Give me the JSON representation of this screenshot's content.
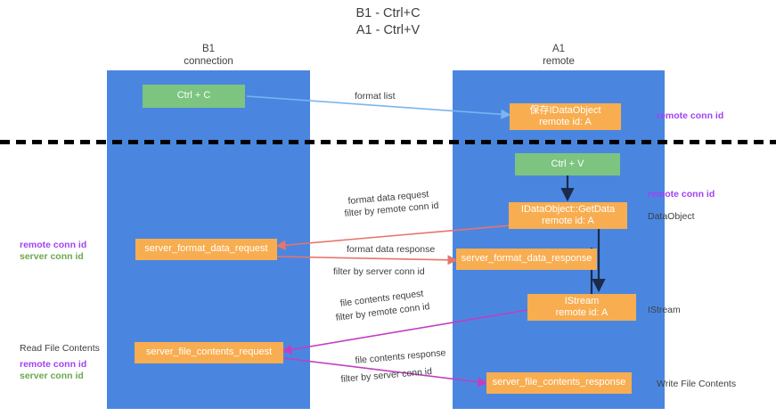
{
  "title": {
    "line1": "B1 - Ctrl+C",
    "line2": "A1 - Ctrl+V"
  },
  "lanes": [
    {
      "id": "b1",
      "name": "B1",
      "role": "connection"
    },
    {
      "id": "a1",
      "name": "A1",
      "role": "remote"
    }
  ],
  "nodes": {
    "ctrl_c": {
      "label": "Ctrl + C",
      "color": "#7cc47f"
    },
    "ctrl_v": {
      "label": "Ctrl + V",
      "color": "#7cc47f"
    },
    "store_dataobject": {
      "line1": "保存IDataObject",
      "line2": "remote id: A",
      "color": "#f8ad50"
    },
    "getdata": {
      "line1": "IDataObject::GetData",
      "line2": "remote id: A",
      "color": "#f8ad50"
    },
    "istream": {
      "line1": "IStream",
      "line2": "remote id: A",
      "color": "#f8ad50"
    },
    "server_format_data_request": {
      "label": "server_format_data_request",
      "color": "#f8ad50"
    },
    "server_format_data_response": {
      "label": "server_format_data_response",
      "color": "#f8ad50"
    },
    "server_file_contents_request": {
      "label": "server_file_contents_request",
      "color": "#f8ad50"
    },
    "server_file_contents_response": {
      "label": "server_file_contents_response",
      "color": "#f8ad50"
    }
  },
  "edges": {
    "format_list": {
      "caption": "format list"
    },
    "format_data_request": {
      "caption": "format data request",
      "filter_prefix": "filter by ",
      "filter_key": "remote conn id"
    },
    "format_data_response": {
      "caption": "format data response",
      "filter_prefix": "filter by ",
      "filter_key": "server conn id"
    },
    "file_contents_request": {
      "caption": "file contents request",
      "filter_prefix": "filter by ",
      "filter_key": "remote conn id"
    },
    "file_contents_response": {
      "caption": "file contents response",
      "filter_prefix": "filter by ",
      "filter_key": "server conn id"
    }
  },
  "annotations": {
    "right_remote_conn_id_top": "remote conn id",
    "right_remote_conn_id_mid": "remote conn id",
    "right_dataobject": "DataObject",
    "right_istream": "IStream",
    "right_write_file_contents": "Write File Contents",
    "left_remote_conn_id_mid": "remote conn id",
    "left_server_conn_id_mid": "server conn id",
    "left_read_file_contents": "Read File Contents",
    "left_remote_conn_id_bottom": "remote conn id",
    "left_server_conn_id_bottom": "server conn id"
  },
  "colors": {
    "lane": "#4a86e0",
    "green_node": "#7cc47f",
    "orange_node": "#f8ad50",
    "purple": "#a142f4",
    "green_text": "#6aa84f",
    "red_arrow": "#e8746a",
    "magenta_arrow": "#c23ec2",
    "blue_arrow": "#7ab5ef",
    "dark_arrow": "#1b2a4a"
  }
}
